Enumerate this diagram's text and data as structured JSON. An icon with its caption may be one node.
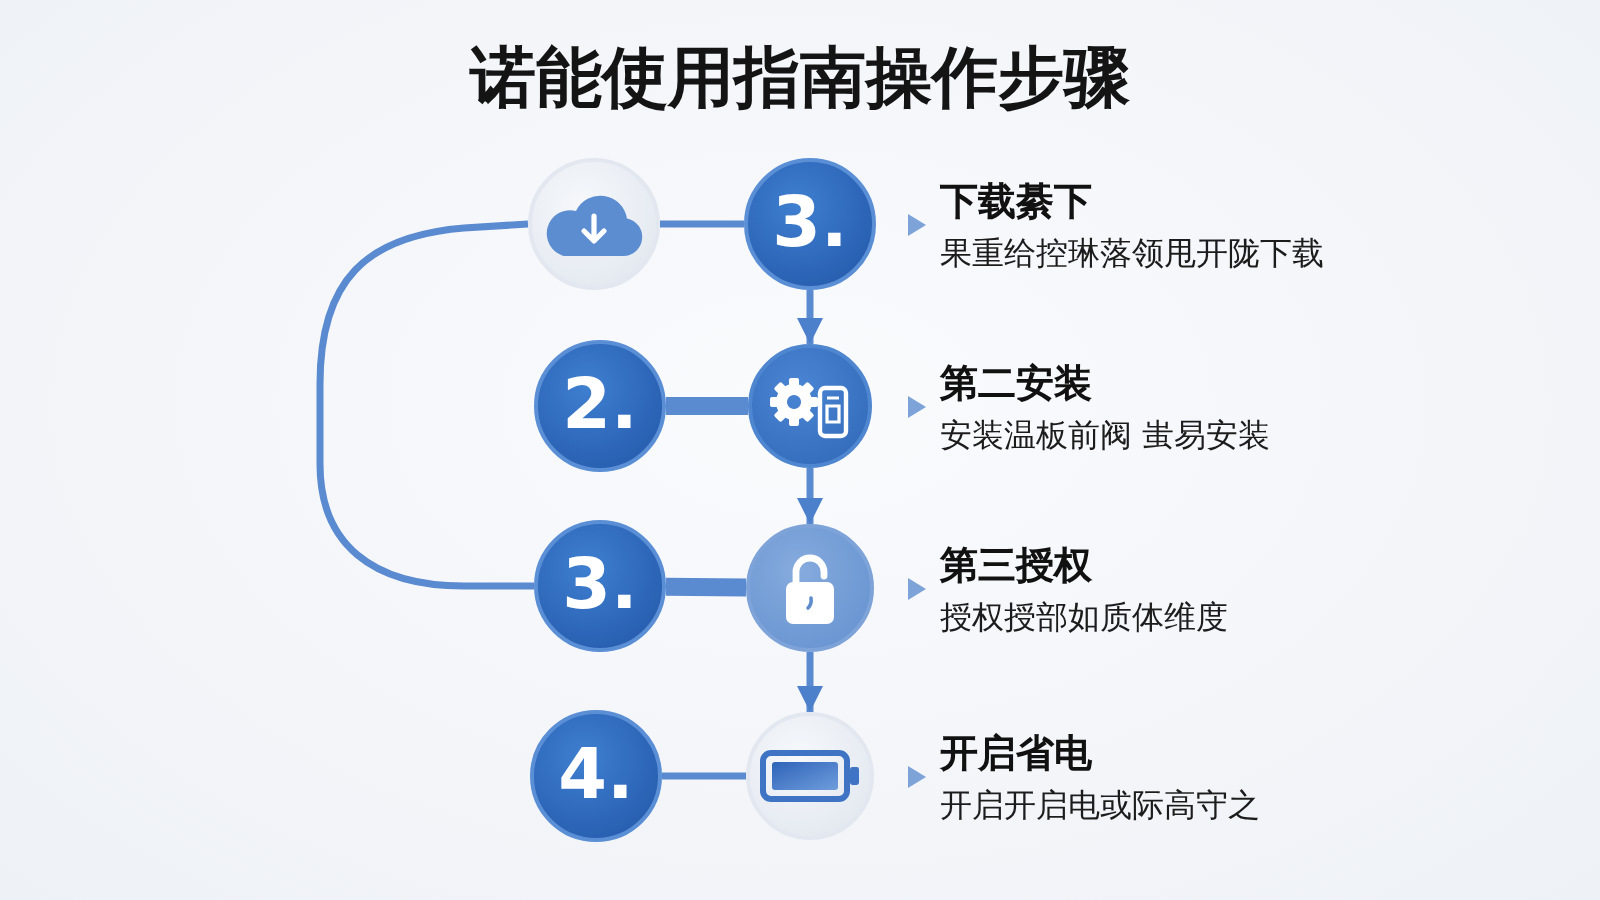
{
  "diagram": {
    "title": "诺能使用指南操作步骤",
    "nodes": [
      {
        "text": [],
        "shape": "circle"
      },
      {
        "text": [
          "3."
        ],
        "beside": [
          "下载綦下",
          "果重给控琳落领甩开陇下载"
        ]
      },
      {
        "text": [
          "2."
        ]
      },
      {
        "text": [],
        "shape": "circle",
        "beside": [
          "第二安装",
          "安装温板前阀 蚩易安装"
        ]
      },
      {
        "text": [
          "3."
        ]
      },
      {
        "text": [],
        "shape": "circle",
        "beside": [
          "第三授权",
          "授权授部如质体维度"
        ]
      },
      {
        "text": [
          "4."
        ]
      },
      {
        "text": [],
        "shape": "circle",
        "beside": [
          "开启省电",
          "开启开启电或际高守之"
        ]
      }
    ],
    "edges": [
      {
        "from": 0,
        "to": 1,
        "arrow": "none"
      },
      {
        "from": 0,
        "to": 4,
        "arrow": "none"
      },
      {
        "from": 1,
        "to": 3,
        "arrow": "to"
      },
      {
        "from": 2,
        "to": 3,
        "arrow": "none",
        "style": "thick"
      },
      {
        "from": 3,
        "to": 5,
        "arrow": "to"
      },
      {
        "from": 4,
        "to": 5,
        "arrow": "none",
        "style": "thick"
      },
      {
        "from": 5,
        "to": 7,
        "arrow": "to"
      },
      {
        "from": 6,
        "to": 7,
        "arrow": "none"
      }
    ]
  }
}
